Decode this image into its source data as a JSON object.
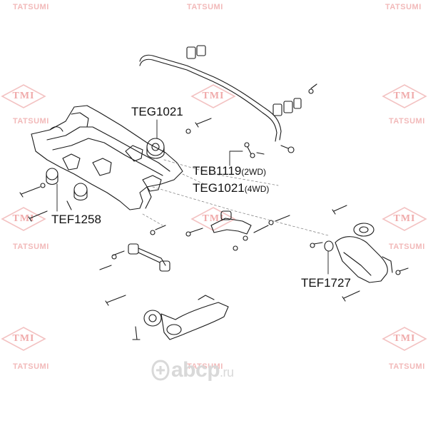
{
  "watermark": {
    "text": "TATSUMI",
    "logo_text": "TMI",
    "color": "#f2b9b9"
  },
  "labels": {
    "teg1021_top": "TEG1021",
    "teb1119": "TEB1119",
    "teb1119_note": "(2WD)",
    "teg1021_4wd": "TEG1021",
    "teg1021_4wd_note": "(4WD)",
    "tef1258": "TEF1258",
    "tef1727": "TEF1727"
  },
  "brand": {
    "icon": "abcp-logo-icon",
    "name": "abcp",
    "tld": ".ru",
    "color": "#d9d9d9"
  }
}
